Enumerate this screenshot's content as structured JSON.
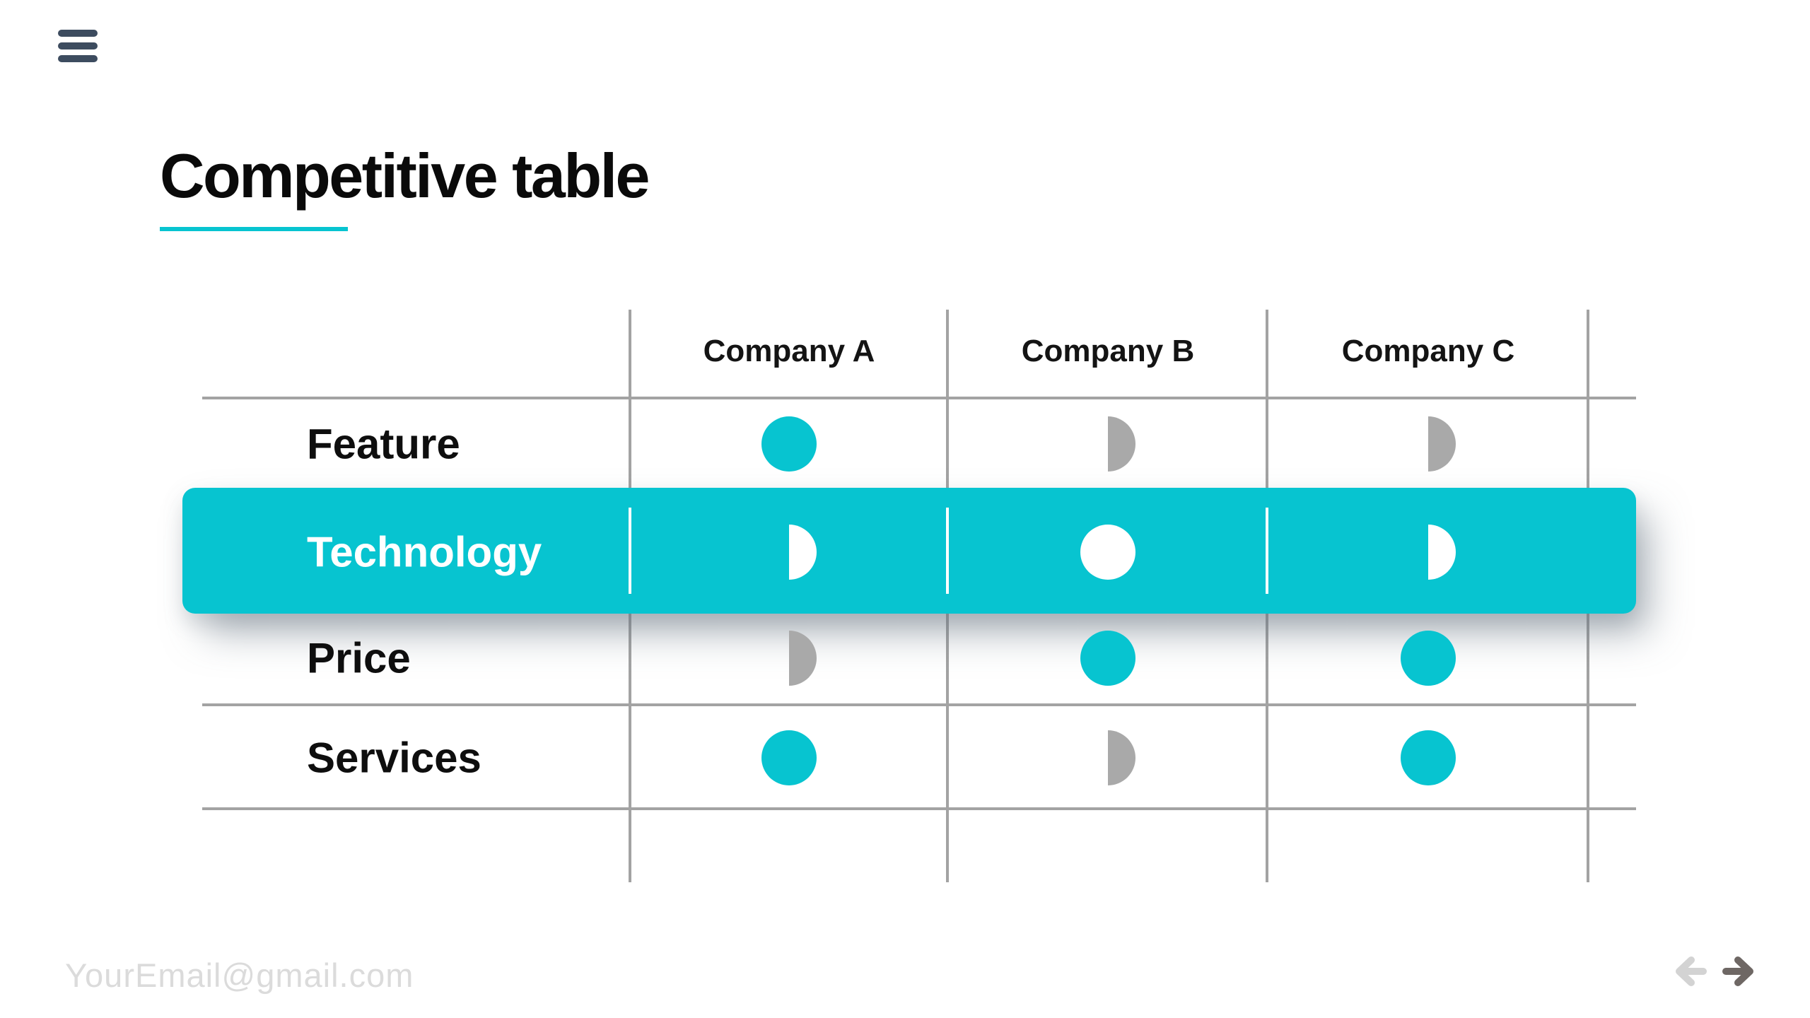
{
  "header": {
    "title": "Competitive table"
  },
  "table": {
    "column_headers": [
      "Company A",
      "Company B",
      "Company C"
    ],
    "rows": [
      {
        "label": "Feature",
        "highlighted": false,
        "ratings": [
          "full",
          "half",
          "half"
        ]
      },
      {
        "label": "Technology",
        "highlighted": true,
        "ratings": [
          "half",
          "full",
          "half"
        ]
      },
      {
        "label": "Price",
        "highlighted": false,
        "ratings": [
          "half",
          "full",
          "full"
        ]
      },
      {
        "label": "Services",
        "highlighted": false,
        "ratings": [
          "full",
          "half",
          "full"
        ]
      }
    ],
    "rating_legend": {
      "full": "full circle",
      "half": "half circle"
    }
  },
  "footer": {
    "email": "YourEmail@gmail.com"
  },
  "colors": {
    "teal": "#07c4d0",
    "half_gray": "#a9a9a9",
    "grid": "#a3a3a3",
    "hamburger": "#3d4c5f",
    "footer_text": "#dbdbdb",
    "prev_arrow": "#d3d3d3",
    "next_arrow": "#6e6764",
    "background": "#ffffff"
  }
}
